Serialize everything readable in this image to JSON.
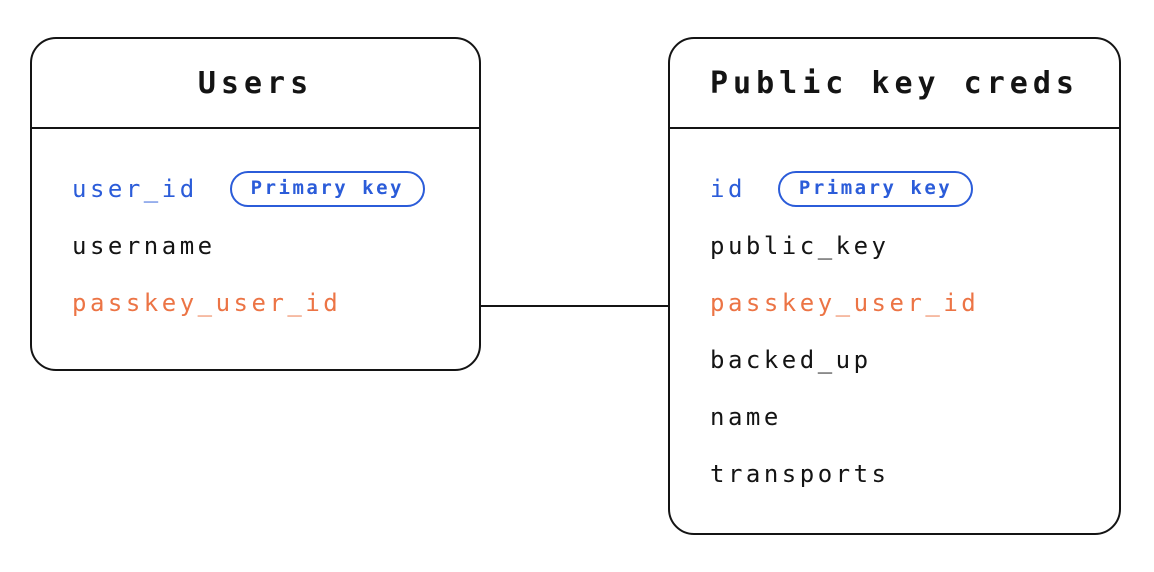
{
  "diagram": {
    "kind": "entity-relationship",
    "colors": {
      "primary_key_blue": "#2b5cd9",
      "linked_field_orange": "#ec7445",
      "text_black": "#141414",
      "background": "#ffffff"
    },
    "tables": [
      {
        "title": "Users",
        "fields": [
          {
            "name": "user_id",
            "color": "blue",
            "badge": "Primary key"
          },
          {
            "name": "username",
            "color": "black"
          },
          {
            "name": "passkey_user_id",
            "color": "orange"
          }
        ]
      },
      {
        "title": "Public key creds",
        "fields": [
          {
            "name": "id",
            "color": "blue",
            "badge": "Primary key"
          },
          {
            "name": "public_key",
            "color": "black"
          },
          {
            "name": "passkey_user_id",
            "color": "orange"
          },
          {
            "name": "backed_up",
            "color": "black"
          },
          {
            "name": "name",
            "color": "black"
          },
          {
            "name": "transports",
            "color": "black"
          }
        ]
      }
    ],
    "relationship": {
      "from_table": "Users",
      "from_field": "passkey_user_id",
      "to_table": "Public key creds",
      "to_field": "passkey_user_id",
      "style": "plain-line"
    }
  }
}
